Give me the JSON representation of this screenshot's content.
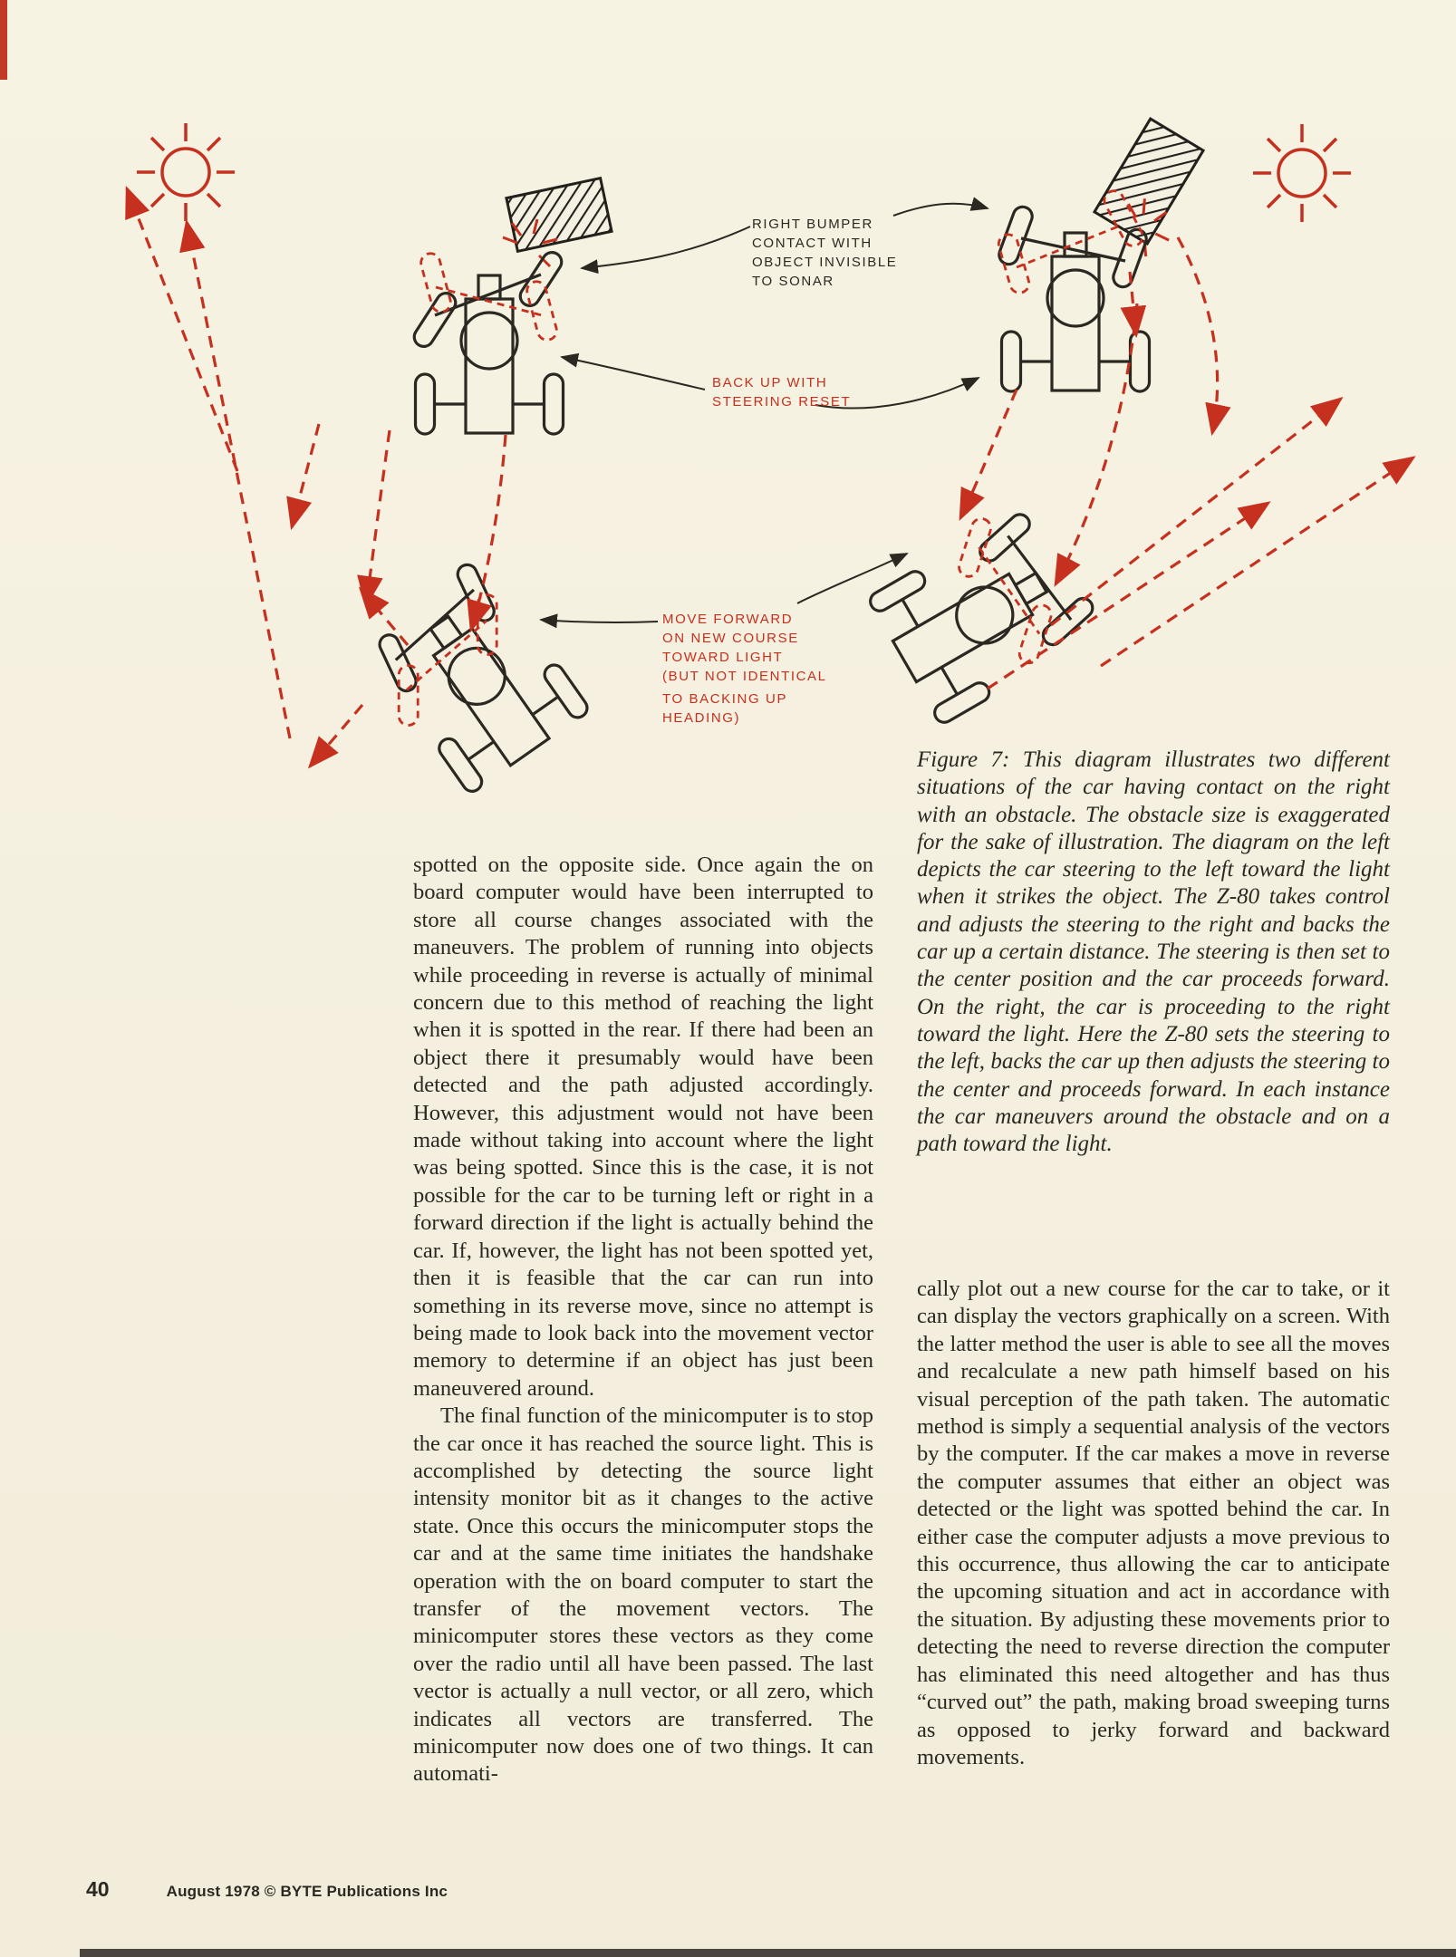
{
  "colors": {
    "paper": "#f5f1e2",
    "ink": "#2b2822",
    "red": "#c5301f"
  },
  "figure": {
    "callouts": {
      "right_bumper": [
        "RIGHT BUMPER",
        "CONTACT WITH",
        "OBJECT INVISIBLE",
        "TO SONAR"
      ],
      "back_up": [
        "BACK UP WITH",
        "STEERING RESET"
      ],
      "move_forward": [
        "MOVE FORWARD",
        "ON NEW COURSE",
        "TOWARD LIGHT",
        "(BUT NOT IDENTICAL",
        "TO BACKING UP",
        "HEADING)"
      ]
    }
  },
  "caption": "Figure 7: This diagram illustrates two different situations of the car having contact on the right with an obstacle. The obstacle size is exaggerated for the sake of illustration. The diagram on the left depicts the car steering to the left toward the light when it strikes the object. The Z-80 takes control and adjusts the steering to the right and backs the car up a certain distance. The steering is then set to the center position and the car proceeds forward. On the right, the car is proceeding to the right toward the light. Here the Z-80 sets the steering to the left, backs the car up then adjusts the steering to the center and proceeds forward. In each instance the car maneuvers around the obstacle and on a path toward the light.",
  "article": {
    "left_column": {
      "p1": "spotted on the opposite side. Once again the on board computer would have been interrupted to store all course changes associated with the maneuvers. The problem of running into objects while proceeding in reverse is actually of minimal concern due to this method of reaching the light when it is spotted in the rear. If there had been an object there it presumably would have been detected and the path adjusted accordingly. However, this adjustment would not have been made without taking into account where the light was being spotted. Since this is the case, it is not possible for the car to be turning left or right in a forward direction if the light is actually behind the car. If, however, the light has not been spotted yet, then it is feasible that the car can run into something in its reverse move, since no attempt is being made to look back into the movement vector memory to determine if an object has just been maneuvered around.",
      "p2": "The final function of the minicomputer is to stop the car once it has reached the source light. This is accomplished by detecting the source light intensity monitor bit as it changes to the active state. Once this occurs the minicomputer stops the car and at the same time initiates the handshake operation with the on board computer to start the transfer of the movement vectors. The minicomputer stores these vectors as they come over the radio until all have been passed. The last vector is actually a null vector, or all zero, which indicates all vectors are transferred. The minicomputer now does one of two things. It can automati-"
    },
    "right_column": {
      "p1": "cally plot out a new course for the car to take, or it can display the vectors graphically on a screen. With the latter method the user is able to see all the moves and recalculate a new path himself based on his visual perception of the path taken. The automatic method is simply a sequential analysis of the vectors by the computer. If the car makes a move in reverse the computer assumes that either an object was detected or the light was spotted behind the car. In either case the computer adjusts a move previous to this occurrence, thus allowing the car to anticipate the upcoming situation and act in accordance with the situation. By adjusting these movements prior to detecting the need to reverse direction the computer has eliminated this need altogether and has thus “curved out” the path, making broad sweeping turns as opposed to jerky forward and backward movements."
    }
  },
  "footer": {
    "page_number": "40",
    "credit": "August 1978 © BYTE Publications Inc"
  }
}
